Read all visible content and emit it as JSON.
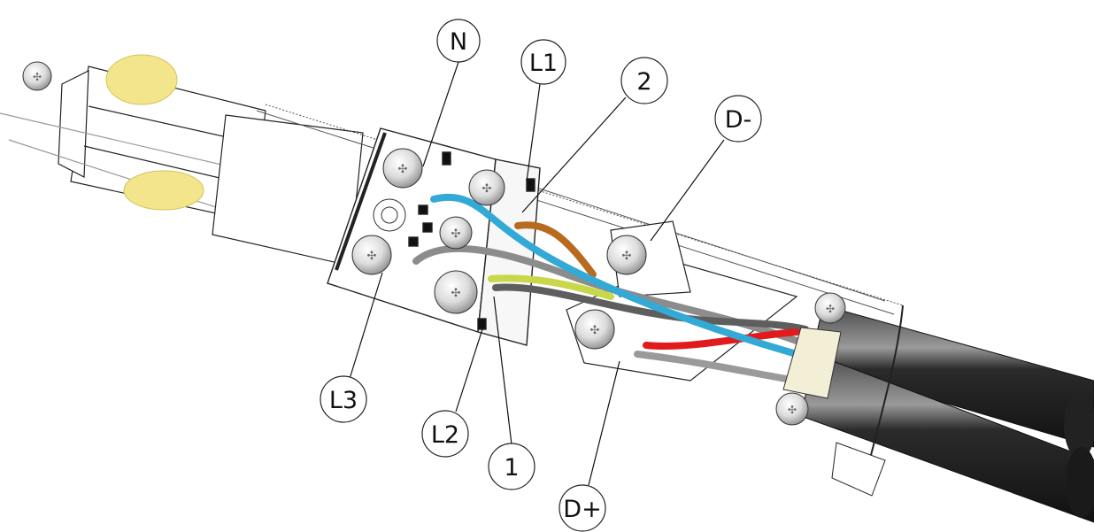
{
  "callouts": {
    "N": "N",
    "L1": "L1",
    "two": "2",
    "D_minus": "D-",
    "L3": "L3",
    "L2": "L2",
    "one": "1",
    "D_plus": "D+"
  },
  "colors": {
    "wire_blue": "#33a9d6",
    "wire_brown": "#b86a1e",
    "wire_gray": "#8c8c8c",
    "wire_gray_dark": "#6e6e6e",
    "wire_red": "#e11b1b",
    "wire_yellow_green": "#c8d84a",
    "cable_black": "#222222",
    "pad_yellow": "#f2e58b",
    "sleeve": "#f3efd6",
    "outline": "#222222"
  }
}
